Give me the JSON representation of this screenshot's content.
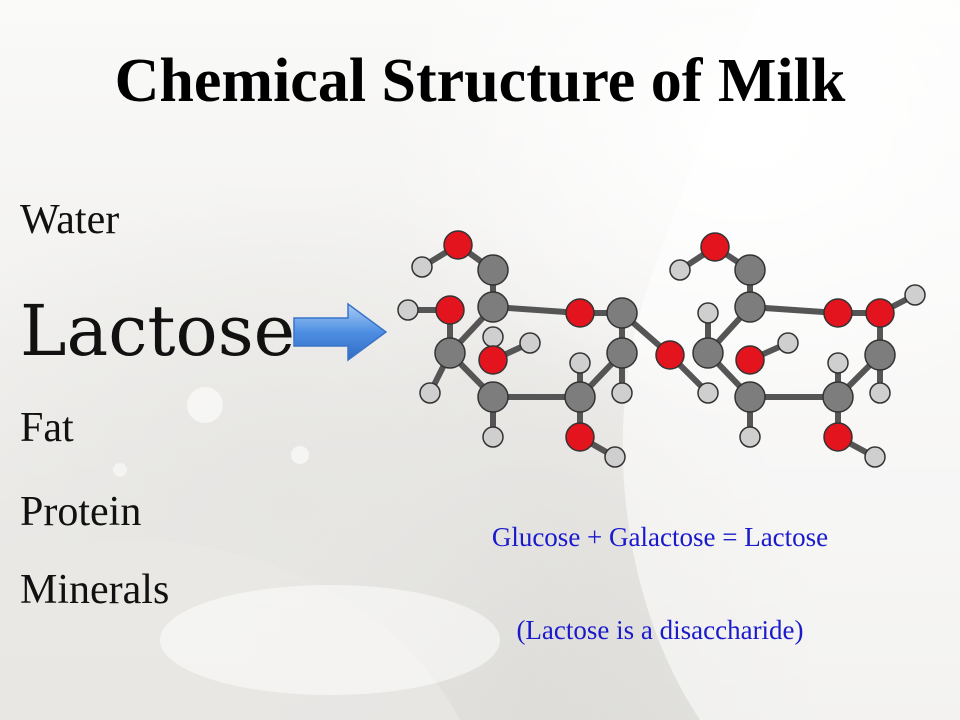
{
  "slide": {
    "title": "Chemical Structure of Milk",
    "list": [
      "Water",
      "Lactose",
      "Fat",
      "Protein",
      "Minerals"
    ],
    "equation": "Glucose + Galactose = Lactose",
    "note": "(Lactose is a disaccharide)"
  },
  "colors": {
    "oxygen": "#e3141d",
    "carbon": "#7d7d7d",
    "hydrogen": "#cfcfcf",
    "caption": "#1a1acc",
    "arrow": "#4f8fe3"
  },
  "icons": {
    "arrow": "right-arrow-icon",
    "molecule": "lactose-molecule-diagram"
  }
}
